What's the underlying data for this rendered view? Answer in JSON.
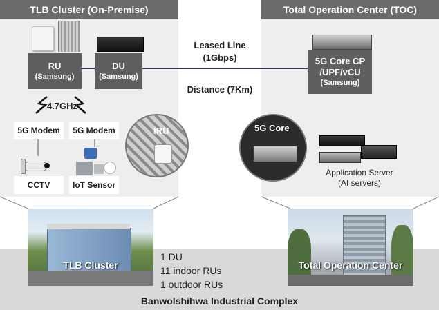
{
  "left_panel": {
    "header": "TLB Cluster (On-Premise)"
  },
  "right_panel": {
    "header": "Total Operation Center (TOC)"
  },
  "ru": {
    "title": "RU",
    "vendor": "(Samsung)"
  },
  "du": {
    "title": "DU",
    "vendor": "(Samsung)"
  },
  "link": {
    "label_line1": "Leased Line",
    "label_line2": "(1Gbps)",
    "distance": "Distance (7Km)"
  },
  "frequency": "4.7GHz",
  "modems": [
    "5G Modem",
    "5G Modem"
  ],
  "devices": [
    "CCTV",
    "IoT Sensor"
  ],
  "iru_label": "IRU",
  "core": {
    "line1": "5G Core CP",
    "line2": "/UPF/vCU",
    "vendor": "(Samsung)"
  },
  "core_photo_label": "5G Core",
  "app_server": {
    "label": "Application Server",
    "sub": "(AI servers)"
  },
  "tlb_photo_label": "TLB Cluster",
  "toc_photo_label": "Total Operation Center",
  "stats": [
    "1 DU",
    "11 indoor RUs",
    "1 outdoor RUs"
  ],
  "footer": "Banwolshihwa Industrial Complex",
  "colors": {
    "panel": "#eeeeee",
    "header": "#6b6b6b",
    "box": "#5f5f5f",
    "ground": "#d9d9d9",
    "link_line": "#2f3b57"
  }
}
